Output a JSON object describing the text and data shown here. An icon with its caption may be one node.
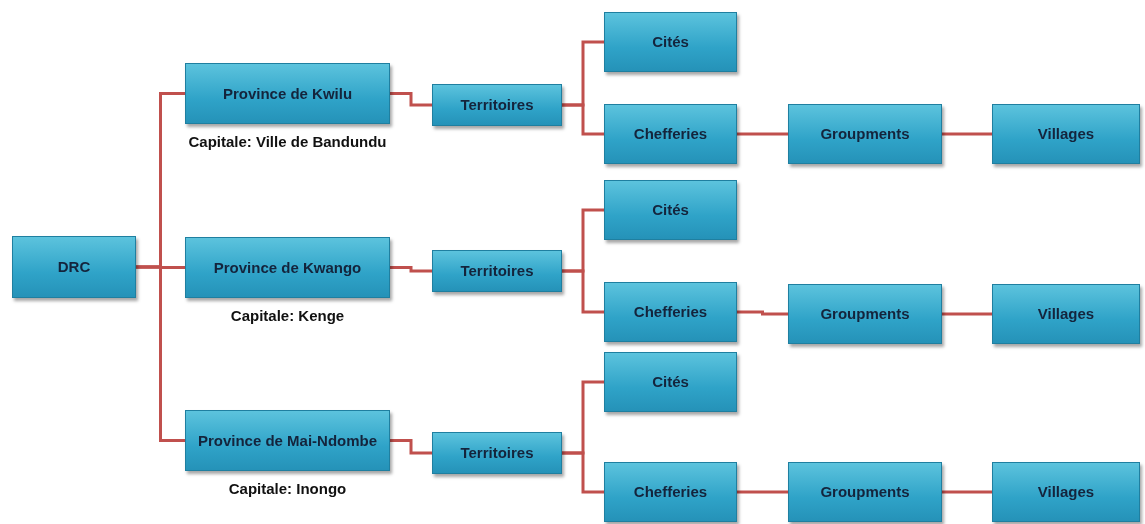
{
  "diagram": {
    "nodes": [
      {
        "text": [
          "DRC"
        ]
      },
      {
        "text": [
          "Province de Kwilu"
        ],
        "beside": [
          "Capitale: Ville de Bandundu"
        ]
      },
      {
        "text": [
          "Territoires"
        ]
      },
      {
        "text": [
          "Cités"
        ]
      },
      {
        "text": [
          "Chefferies"
        ]
      },
      {
        "text": [
          "Groupments"
        ]
      },
      {
        "text": [
          "Villages"
        ]
      },
      {
        "text": [
          "Province de Kwango"
        ],
        "beside": [
          "Capitale: Kenge"
        ]
      },
      {
        "text": [
          "Territoires"
        ]
      },
      {
        "text": [
          "Cités"
        ]
      },
      {
        "text": [
          "Chefferies"
        ]
      },
      {
        "text": [
          "Groupments"
        ]
      },
      {
        "text": [
          "Villages"
        ]
      },
      {
        "text": [
          "Province de Mai-Ndombe"
        ],
        "beside": [
          "Capitale: Inongo"
        ]
      },
      {
        "text": [
          "Territoires"
        ]
      },
      {
        "text": [
          "Cités"
        ]
      },
      {
        "text": [
          "Chefferies"
        ]
      },
      {
        "text": [
          "Groupments"
        ]
      },
      {
        "text": [
          "Villages"
        ]
      }
    ],
    "edges": [
      {
        "from": 0,
        "to": 1,
        "arrow": "none"
      },
      {
        "from": 0,
        "to": 7,
        "arrow": "none"
      },
      {
        "from": 0,
        "to": 13,
        "arrow": "none"
      },
      {
        "from": 1,
        "to": 2,
        "arrow": "none"
      },
      {
        "from": 2,
        "to": 3,
        "arrow": "none"
      },
      {
        "from": 2,
        "to": 4,
        "arrow": "none"
      },
      {
        "from": 4,
        "to": 5,
        "arrow": "none"
      },
      {
        "from": 5,
        "to": 6,
        "arrow": "none"
      },
      {
        "from": 7,
        "to": 8,
        "arrow": "none"
      },
      {
        "from": 8,
        "to": 9,
        "arrow": "none"
      },
      {
        "from": 8,
        "to": 10,
        "arrow": "none"
      },
      {
        "from": 10,
        "to": 11,
        "arrow": "none"
      },
      {
        "from": 11,
        "to": 12,
        "arrow": "none"
      },
      {
        "from": 13,
        "to": 14,
        "arrow": "none"
      },
      {
        "from": 14,
        "to": 15,
        "arrow": "none"
      },
      {
        "from": 14,
        "to": 16,
        "arrow": "none"
      },
      {
        "from": 16,
        "to": 17,
        "arrow": "none"
      },
      {
        "from": 17,
        "to": 18,
        "arrow": "none"
      }
    ]
  }
}
